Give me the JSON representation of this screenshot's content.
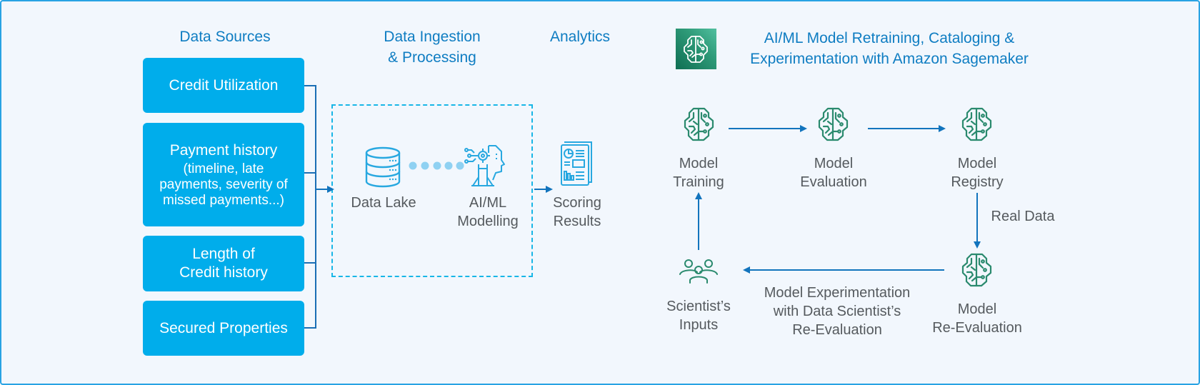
{
  "sections": {
    "data_sources": "Data Sources",
    "ingestion_line1": "Data Ingestion",
    "ingestion_line2": "& Processing",
    "analytics": "Analytics",
    "sagemaker_line1": "AI/ML Model Retraining, Cataloging &",
    "sagemaker_line2": "Experimentation with Amazon Sagemaker"
  },
  "sources": [
    {
      "title": "Credit Utilization"
    },
    {
      "title": "Payment history",
      "sub1": "(timeline, late",
      "sub2": "payments, severity of",
      "sub3": "missed payments...)"
    },
    {
      "title1": "Length of",
      "title2": "Credit history"
    },
    {
      "title": "Secured Properties"
    }
  ],
  "ingestion": {
    "data_lake": "Data Lake",
    "aiml_line1": "AI/ML",
    "aiml_line2": "Modelling"
  },
  "analytics": {
    "line1": "Scoring",
    "line2": "Results"
  },
  "pipeline": {
    "training": [
      "Model",
      "Training"
    ],
    "evaluation": [
      "Model",
      "Evaluation"
    ],
    "registry": [
      "Model",
      "Registry"
    ],
    "re_evaluation": [
      "Model",
      "Re-Evaluation"
    ],
    "scientist": [
      "Scientist’s",
      "Inputs"
    ],
    "real_data": "Real Data",
    "experimentation": [
      "Model Experimentation",
      "with Data Scientist’s",
      "Re-Evaluation"
    ]
  },
  "colors": {
    "accent_blue": "#0f7dc2",
    "source_box": "#00adeb",
    "icon_teal": "#2a8a6e",
    "icon_blue": "#28a8e0",
    "dots": "#8fd1f2"
  }
}
